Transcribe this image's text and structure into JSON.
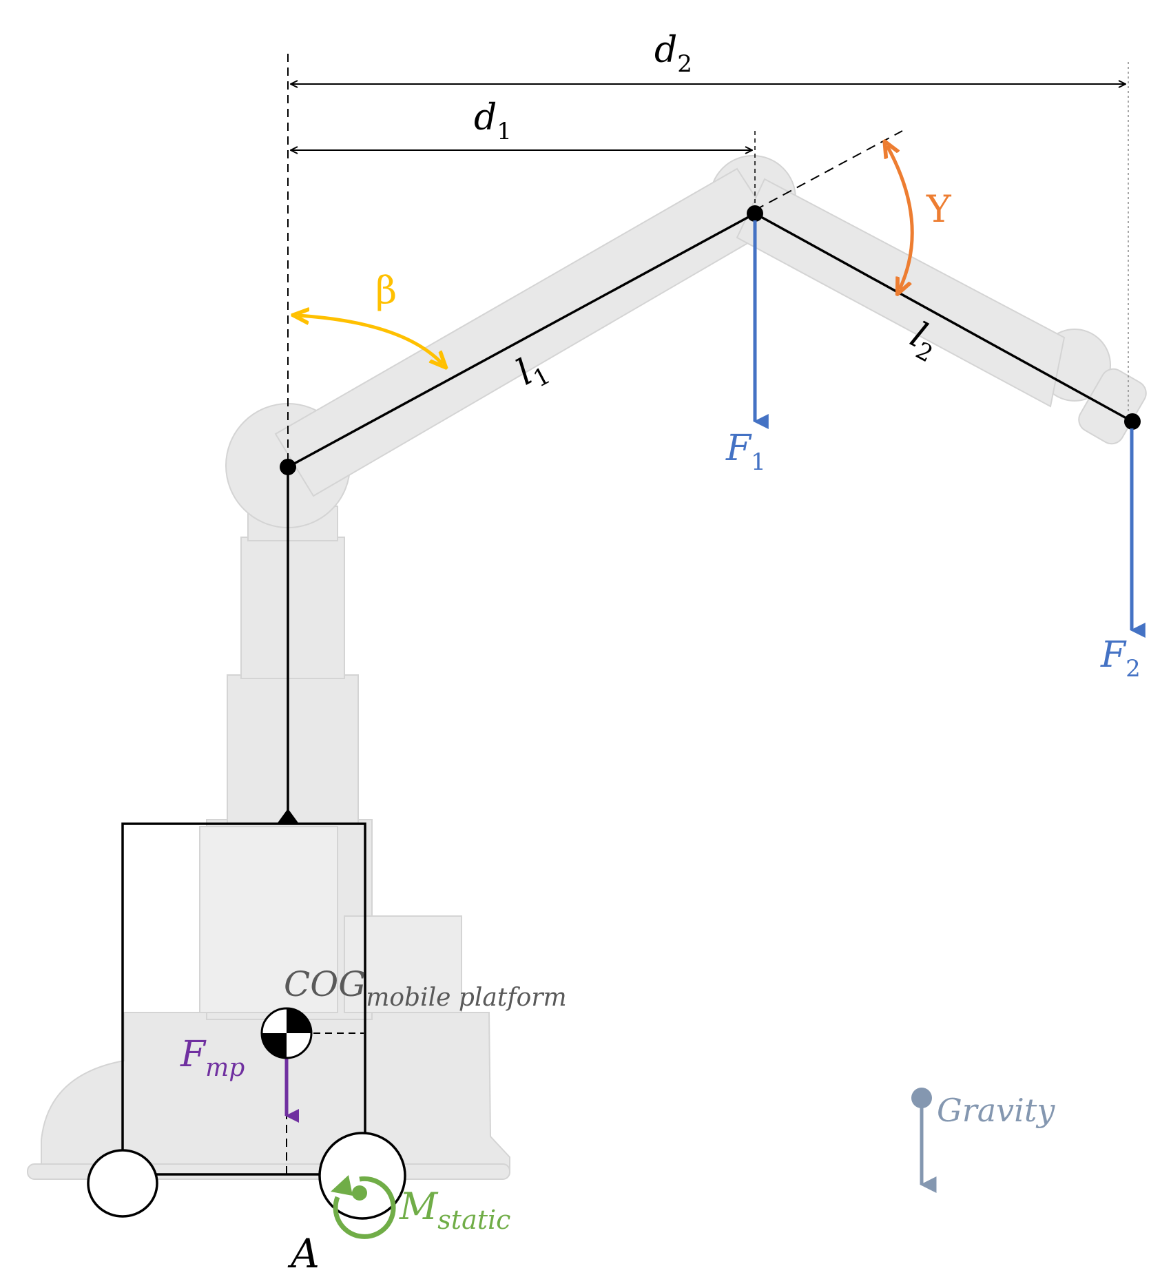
{
  "labels": {
    "d1": {
      "main": "d",
      "sub": "1"
    },
    "d2": {
      "main": "d",
      "sub": "2"
    },
    "l1": {
      "main": "l",
      "sub": "1"
    },
    "l2": {
      "main": "l",
      "sub": "2"
    },
    "f1": {
      "main": "F",
      "sub": "1"
    },
    "f2": {
      "main": "F",
      "sub": "2"
    },
    "fmp": {
      "main": "F",
      "sub": "mp"
    },
    "beta": "β",
    "gamma": "Υ",
    "cog": {
      "main": "COG",
      "sub": "mobile platform"
    },
    "gravity": "Gravity",
    "mstatic": {
      "main": "M",
      "sub": "static"
    },
    "point_a": "A"
  },
  "colors": {
    "line": "#000000",
    "force": "#4472c4",
    "beta": "#ffc000",
    "gamma": "#ed7d31",
    "fmp": "#7030a0",
    "moment": "#70ad47",
    "gravity": "#8497b0",
    "cog_text": "#595959",
    "ghost": "#e8e8e8",
    "ghost_edge": "#d4d4d4"
  },
  "icons": {
    "cog_marker": "center-of-gravity-icon",
    "gravity_marker": "gravity-icon",
    "moment_marker": "moment-arrow-icon"
  }
}
